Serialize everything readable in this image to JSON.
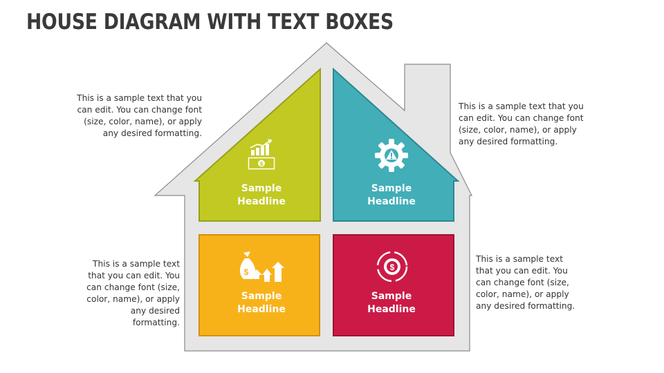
{
  "title": "HOUSE DIAGRAM WITH TEXT BOXES",
  "colors": {
    "green": "#C2C922",
    "teal": "#41AEB8",
    "yellow": "#F8B219",
    "red": "#CC1A47",
    "house": "#E6E6E6"
  },
  "panels": [
    {
      "headline_line1": "Sample",
      "headline_line2": "Headline",
      "icon": "chart-money-icon",
      "text": "This is a sample text that you can edit. You can change font (size, color, name), or apply any desired formatting."
    },
    {
      "headline_line1": "Sample",
      "headline_line2": "Headline",
      "icon": "gear-warning-icon",
      "text": "This is a sample text that you can edit. You can change font (size, color, name), or apply any desired formatting."
    },
    {
      "headline_line1": "Sample",
      "headline_line2": "Headline",
      "icon": "money-bag-growth-icon",
      "text": "This is a sample text that you can edit. You can change font (size, color, name), or apply any desired formatting."
    },
    {
      "headline_line1": "Sample",
      "headline_line2": "Headline",
      "icon": "money-cycle-icon",
      "text": "This is a sample text that you can edit. You can change font (size, color, name), or apply any desired formatting."
    }
  ]
}
